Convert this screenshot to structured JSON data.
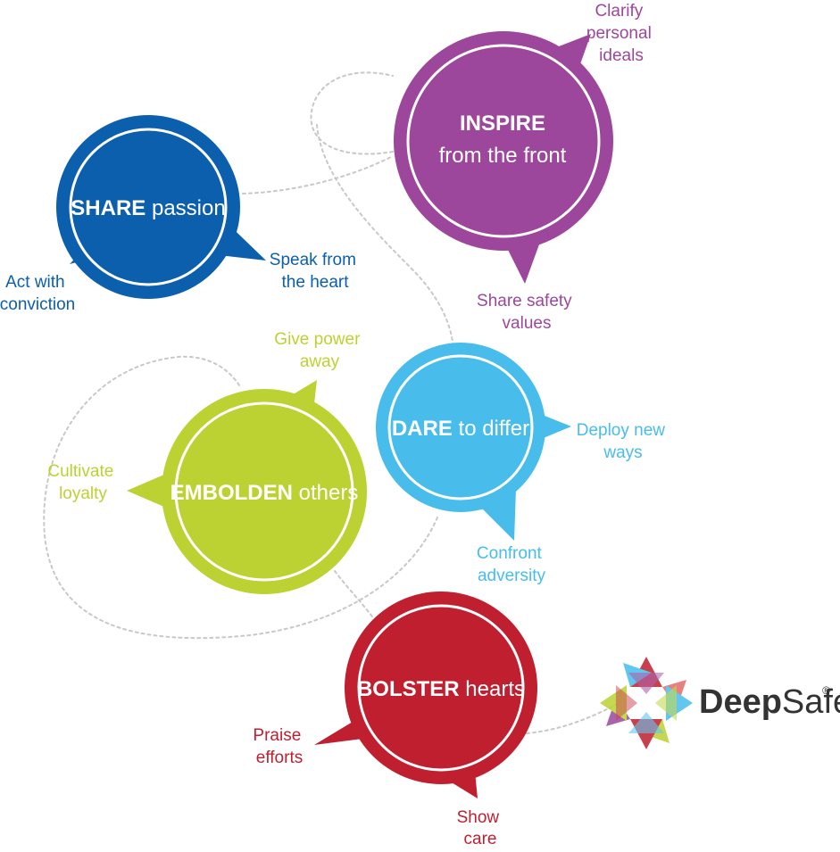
{
  "colors": {
    "share": "#0b5fad",
    "inspire": "#9c479b",
    "dare": "#48bdec",
    "embolden": "#bcd232",
    "bolster": "#c01f2f",
    "connector": "#c8c8c8",
    "brand_text": "#333333"
  },
  "nodes": {
    "share": {
      "bold": "SHARE",
      "rest": " passion"
    },
    "inspire": {
      "bold": "INSPIRE",
      "line2": "from the front"
    },
    "dare": {
      "bold": "DARE",
      "rest": " to differ"
    },
    "embolden": {
      "bold": "EMBOLDEN",
      "rest": " others"
    },
    "bolster": {
      "bold": "BOLSTER",
      "rest": " hearts"
    }
  },
  "labels": {
    "act_with_conviction": [
      "Act with",
      "conviction"
    ],
    "speak_from_the_heart": [
      "Speak from",
      "the heart"
    ],
    "clarify_personal_ideals": [
      "Clarify",
      "personal",
      "ideals"
    ],
    "share_safety_values": [
      "Share safety",
      "values"
    ],
    "give_power_away": [
      "Give power",
      "away"
    ],
    "cultivate_loyalty": [
      "Cultivate",
      "loyalty"
    ],
    "deploy_new_ways": [
      "Deploy new",
      "ways"
    ],
    "confront_adversity": [
      "Confront",
      "adversity"
    ],
    "praise_efforts": [
      "Praise",
      "efforts"
    ],
    "show_care": [
      "Show",
      "care"
    ]
  },
  "logo": {
    "name_bold": "Deep",
    "name_rest": "Safe",
    "registered": "®",
    "star_colors": [
      "#48bdec",
      "#c01f2f",
      "#bcd232",
      "#9c479b",
      "#e46a6a",
      "#7ec8e3"
    ]
  }
}
